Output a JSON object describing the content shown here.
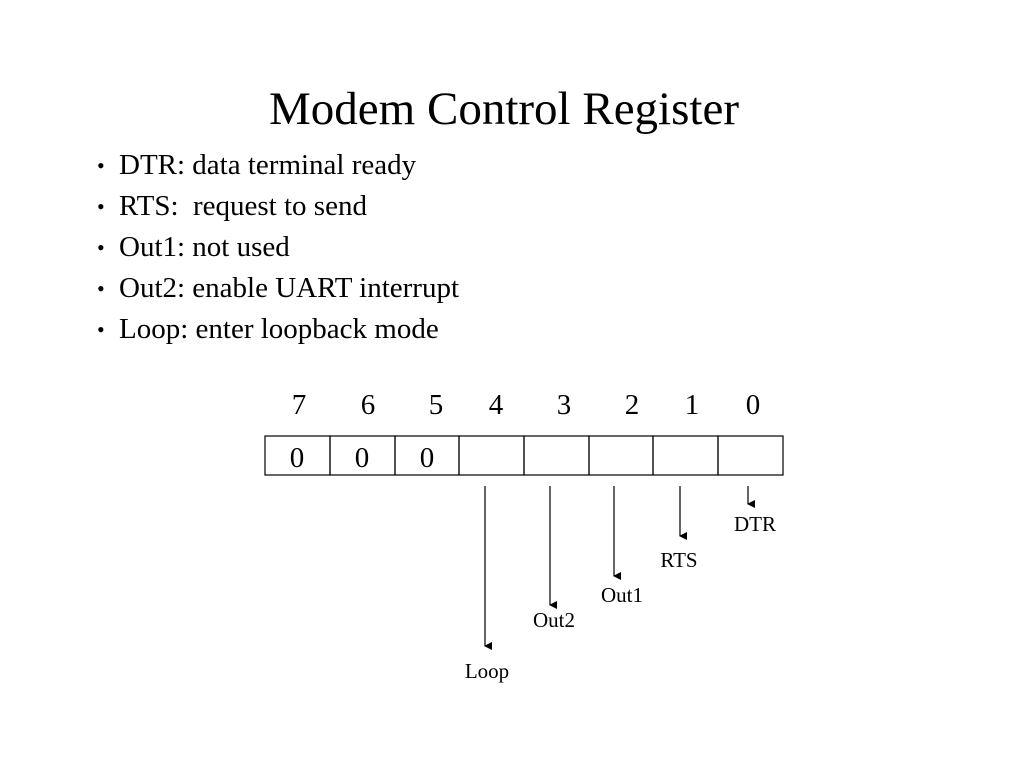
{
  "slide": {
    "title": "Modem Control Register",
    "bullets": [
      "DTR: data terminal ready",
      "RTS:  request to send",
      "Out1: not used",
      "Out2: enable UART interrupt",
      "Loop: enter loopback mode"
    ]
  },
  "register": {
    "bit_numbers": [
      "7",
      "6",
      "5",
      "4",
      "3",
      "2",
      "1",
      "0"
    ],
    "cell_values": [
      "0",
      "0",
      "0",
      "",
      "",
      "",
      "",
      ""
    ],
    "signal_labels": {
      "loop": "Loop",
      "out2": "Out2",
      "out1": "Out1",
      "rts": "RTS",
      "dtr": "DTR"
    }
  }
}
